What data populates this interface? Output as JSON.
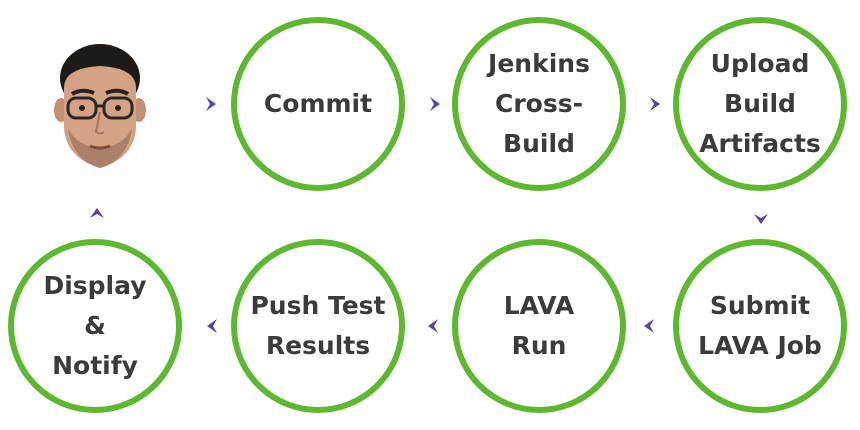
{
  "accent_color": "#5cb82e",
  "arrow_color": "#5b3fa8",
  "text_color": "#3b3b3b",
  "steps": [
    {
      "label": "Commit"
    },
    {
      "label": "Jenkins\nCross-\nBuild"
    },
    {
      "label": "Upload\nBuild\nArtifacts"
    },
    {
      "label": "Submit\nLAVA Job"
    },
    {
      "label": "LAVA\nRun"
    },
    {
      "label": "Push Test\nResults"
    },
    {
      "label": "Display\n&\nNotify"
    }
  ],
  "developer": {
    "icon": "developer-avatar-icon"
  }
}
